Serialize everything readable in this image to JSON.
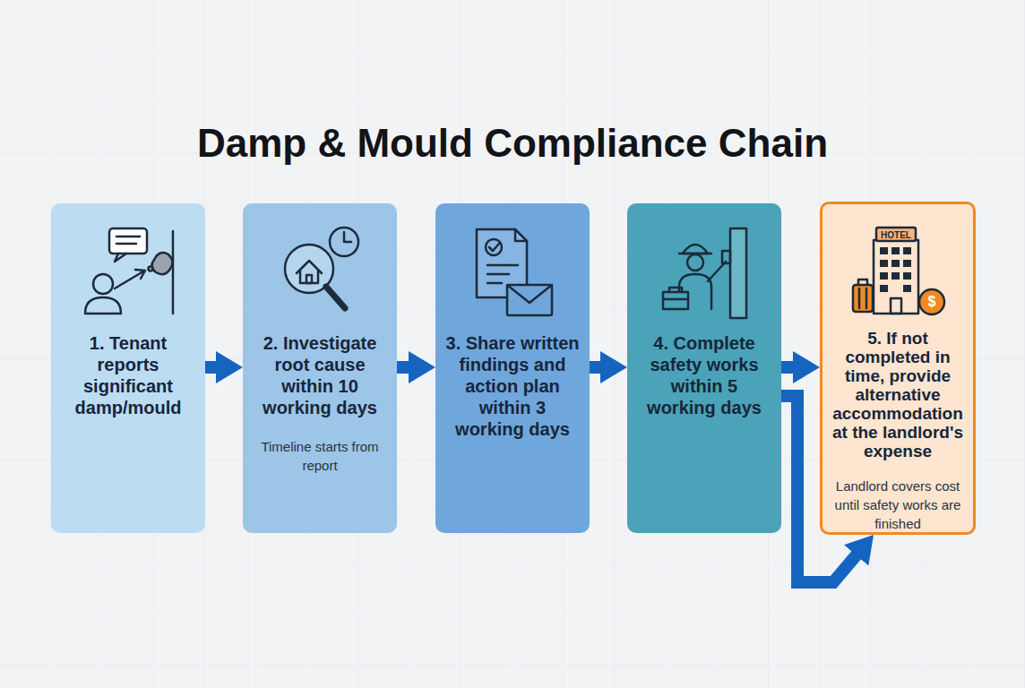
{
  "diagram": {
    "title": "Damp & Mould Compliance Chain",
    "nodes": [
      {
        "text": [
          "1. Tenant reports significant damp/mould"
        ]
      },
      {
        "text": [
          "2. Investigate root cause within 10 working days",
          "Timeline starts from report"
        ]
      },
      {
        "text": [
          "3. Share written findings and action plan within 3 working days"
        ]
      },
      {
        "text": [
          "4. Complete safety works within 5 working days"
        ]
      },
      {
        "text": [
          "5. If not completed in time, provide alternative accommodation at the landlord's expense",
          "Landlord covers cost until safety works are finished"
        ]
      }
    ],
    "edges": [
      {
        "from": 0,
        "to": 1,
        "arrow": "to"
      },
      {
        "from": 1,
        "to": 2,
        "arrow": "to"
      },
      {
        "from": 2,
        "to": 3,
        "arrow": "to"
      },
      {
        "from": 3,
        "to": 4,
        "arrow": "to"
      },
      {
        "from": 3,
        "to": 4,
        "arrow": "to"
      }
    ],
    "labels": [
      "HOTEL",
      "$"
    ]
  }
}
